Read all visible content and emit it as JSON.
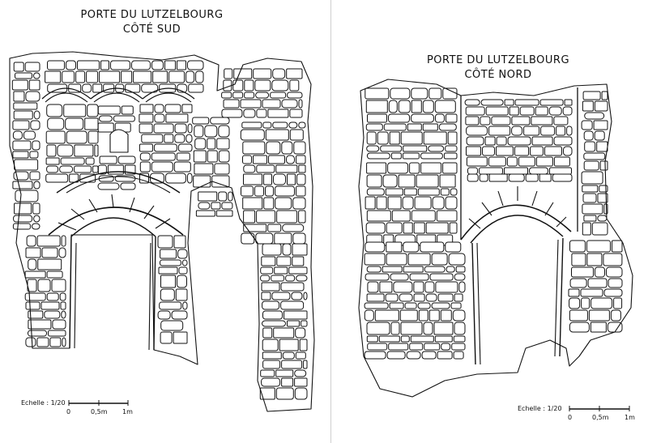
{
  "drawings": [
    {
      "title_line1": "PORTE DU LUTZELBOURG",
      "title_line2": "CÔTÉ SUD",
      "scale": {
        "label": "Echelle : 1/20",
        "ticks": [
          "0",
          "0,5m",
          "1m"
        ]
      }
    },
    {
      "title_line1": "PORTE DU LUTZELBOURG",
      "title_line2": "CÔTÉ NORD",
      "scale": {
        "label": "Echelle : 1/20",
        "ticks": [
          "0",
          "0,5m",
          "1m"
        ]
      }
    }
  ],
  "colors": {
    "ink": "#111111",
    "paper": "#ffffff",
    "divider": "#cfcfcf"
  }
}
